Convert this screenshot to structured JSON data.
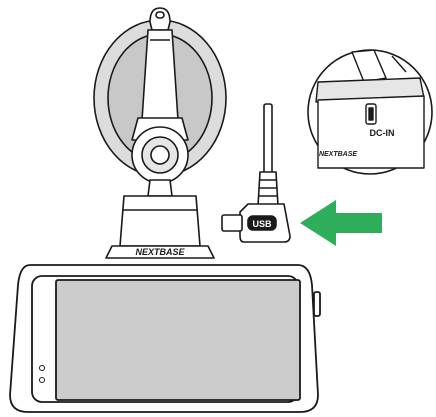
{
  "camera": {
    "brand": "NEXTBASE",
    "mount_brand": "NEXTBASE",
    "indicator_lights": 2
  },
  "cable": {
    "connector_label": "USB"
  },
  "inset": {
    "port_label": "DC-IN",
    "brand": "NEXTBASE"
  },
  "arrow": {
    "color": "#2eae5a",
    "direction": "left"
  },
  "colors": {
    "line": "#1a1a1a",
    "fill": "#ffffff",
    "shade": "#d9d9d9",
    "screen": "#cccccc"
  }
}
